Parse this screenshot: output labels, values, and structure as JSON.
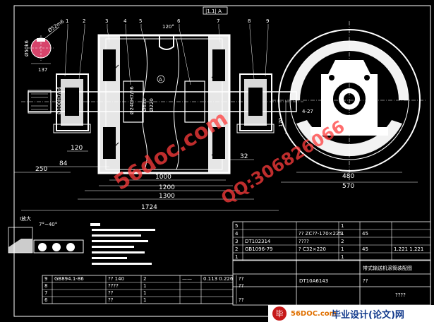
{
  "dims": {
    "d_top": "Ø52m6",
    "d_left": "Ø50k6",
    "d_137": "137",
    "angle": "120°",
    "tol_frame": "|1.1| A",
    "d_120": "120",
    "d_84": "84",
    "d_250": "250",
    "d_32": "32",
    "d_1000": "1000",
    "d_1200": "1200",
    "d_1300": "1300",
    "d_1724": "1724",
    "d_480": "480",
    "d_570": "570",
    "d_170": "170",
    "d_4x27": "4-27",
    "shaft_dia": "Ø220",
    "shaft_dia2": "Ø630",
    "bearing_fit": "Ø100H7/k6",
    "bearing_fit2": "Ø240H7/h6"
  },
  "callouts": [
    "1",
    "2",
    "3",
    "4",
    "5",
    "6",
    "7",
    "8",
    "9"
  ],
  "datum_a": "A",
  "detail_label": "I放大",
  "detail_angle": "7°~40°",
  "bom_right": [
    [
      "5",
      "",
      "",
      "1",
      "",
      ""
    ],
    [
      "4",
      "",
      "?? ZC??-170×225",
      "1",
      "45",
      ""
    ],
    [
      "3",
      "DT102314",
      "????",
      "2",
      "",
      ""
    ],
    [
      "2",
      "GB1096-79",
      "? C32×220",
      "1",
      "45",
      "1.221  1.221"
    ],
    [
      "1",
      "",
      "",
      "1",
      "",
      ""
    ]
  ],
  "bom_left": [
    [
      "9",
      "GB894.1-86",
      "?? 140",
      "2",
      "——",
      "0.113  0.226",
      "??"
    ],
    [
      "8",
      "",
      "????",
      "1",
      "",
      "",
      "??"
    ],
    [
      "7",
      "",
      "??",
      "1",
      "",
      "",
      ""
    ],
    [
      "6",
      "",
      "??",
      "1",
      "",
      "",
      "??"
    ]
  ],
  "title_code": "DT10A6143",
  "title_text": "带式输送机滚筒装配图",
  "title_sub": "??",
  "scale_text": "????",
  "watermark_1": "56doc.com",
  "watermark_2": "QQ:306826066",
  "footer_site": "56DOC.com",
  "footer_brand": "毕业设计(论文)网",
  "footer_logo_char": "毕"
}
